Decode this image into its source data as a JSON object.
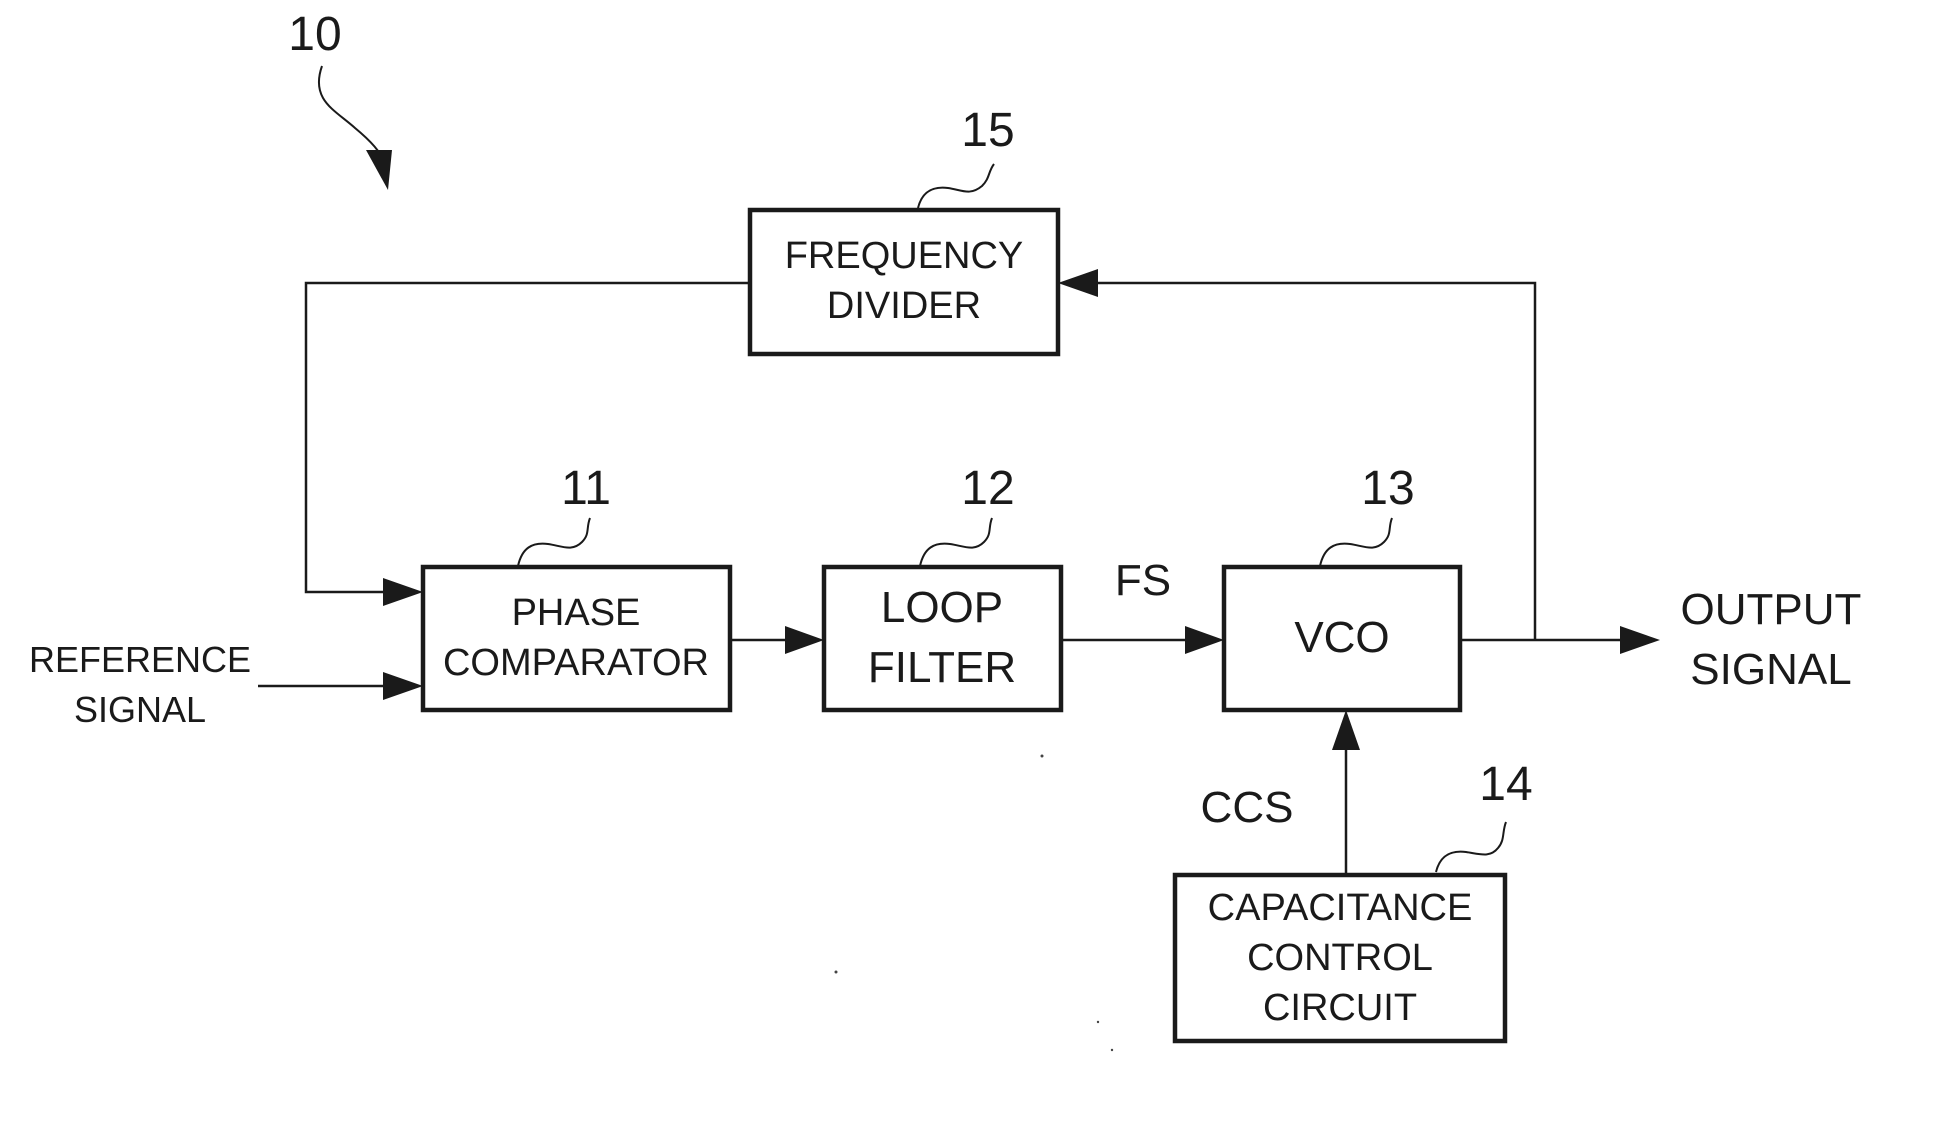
{
  "figure": {
    "ref_number": "10"
  },
  "blocks": {
    "frequency_divider": {
      "ref": "15",
      "line1": "FREQUENCY",
      "line2": "DIVIDER"
    },
    "phase_comparator": {
      "ref": "11",
      "line1": "PHASE",
      "line2": "COMPARATOR"
    },
    "loop_filter": {
      "ref": "12",
      "line1": "LOOP",
      "line2": "FILTER"
    },
    "vco": {
      "ref": "13",
      "line1": "VCO"
    },
    "capacitance_control": {
      "ref": "14",
      "line1": "CAPACITANCE",
      "line2": "CONTROL",
      "line3": "CIRCUIT"
    }
  },
  "signals": {
    "reference": {
      "line1": "REFERENCE",
      "line2": "SIGNAL"
    },
    "output": {
      "line1": "OUTPUT",
      "line2": "SIGNAL"
    },
    "fs": "FS",
    "ccs": "CCS"
  }
}
